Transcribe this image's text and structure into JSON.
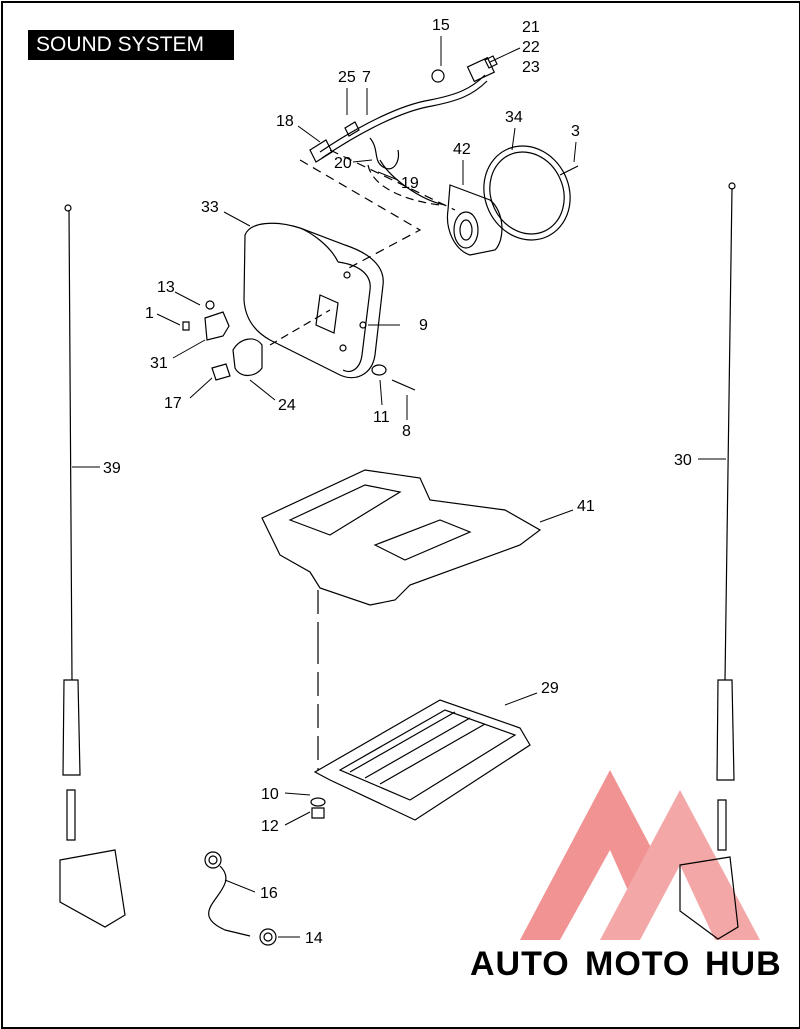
{
  "header": {
    "title": "SOUND SYSTEM"
  },
  "callouts": {
    "c15": "15",
    "c21": "21",
    "c22": "22",
    "c23": "23",
    "c25": "25",
    "c7": "7",
    "c34": "34",
    "c3": "3",
    "c18": "18",
    "c42": "42",
    "c20": "20",
    "c19": "19",
    "c33": "33",
    "c13": "13",
    "c1": "1",
    "c9": "9",
    "c31": "31",
    "c17": "17",
    "c24": "24",
    "c11": "11",
    "c8": "8",
    "c39": "39",
    "c30": "30",
    "c41": "41",
    "c29": "29",
    "c10": "10",
    "c12": "12",
    "c16": "16",
    "c14": "14"
  },
  "watermark": {
    "part1": "AUTO",
    "part2": "MOTO",
    "part3": "HUB",
    "color_light": "#f5c58a",
    "color_red": "#ee6f6f",
    "color_gray": "#8a8a8a"
  }
}
